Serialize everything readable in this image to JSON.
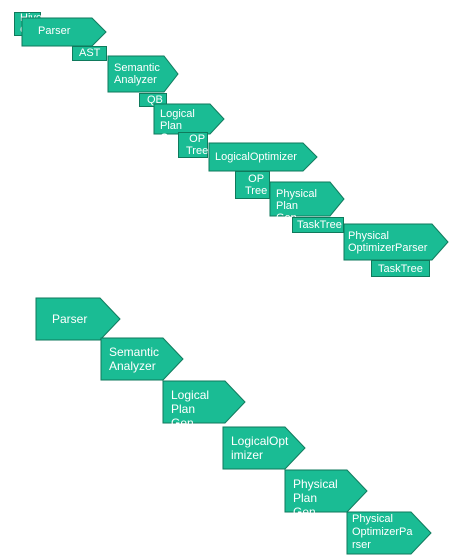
{
  "colors": {
    "fill": "#1abc94",
    "stroke": "#0f7a5c",
    "text": "#ffffff"
  },
  "top_flow": {
    "hive_ql": "Hive\nQL",
    "parser": "Parser",
    "ast": "AST",
    "semantic_analyzer": "Semantic\nAnalyzer",
    "qb": "QB",
    "logical_plan_gen": "Logical\nPlan Gen.",
    "op_tree_1": "OP\nTree",
    "logical_optimizer": "LogicalOptimizer",
    "op_tree_2": "OP\nTree",
    "physical_plan_gen": "Physical\nPlan Gen.",
    "task_tree_1": "TaskTree",
    "physical_optimizer_parser": "Physical\nOptimizerParser",
    "task_tree_2": "TaskTree"
  },
  "bottom_flow": {
    "parser": "Parser",
    "semantic_analyzer": "Semantic\nAnalyzer",
    "logical_plan_gen": "Logical\nPlan Gen.",
    "logical_optimizer": "LogicalOpt\nimizer",
    "physical_plan_gen": "Physical\nPlan Gen",
    "physical_optimizer_parser": "Physical\nOptimizerPa\nrser"
  }
}
